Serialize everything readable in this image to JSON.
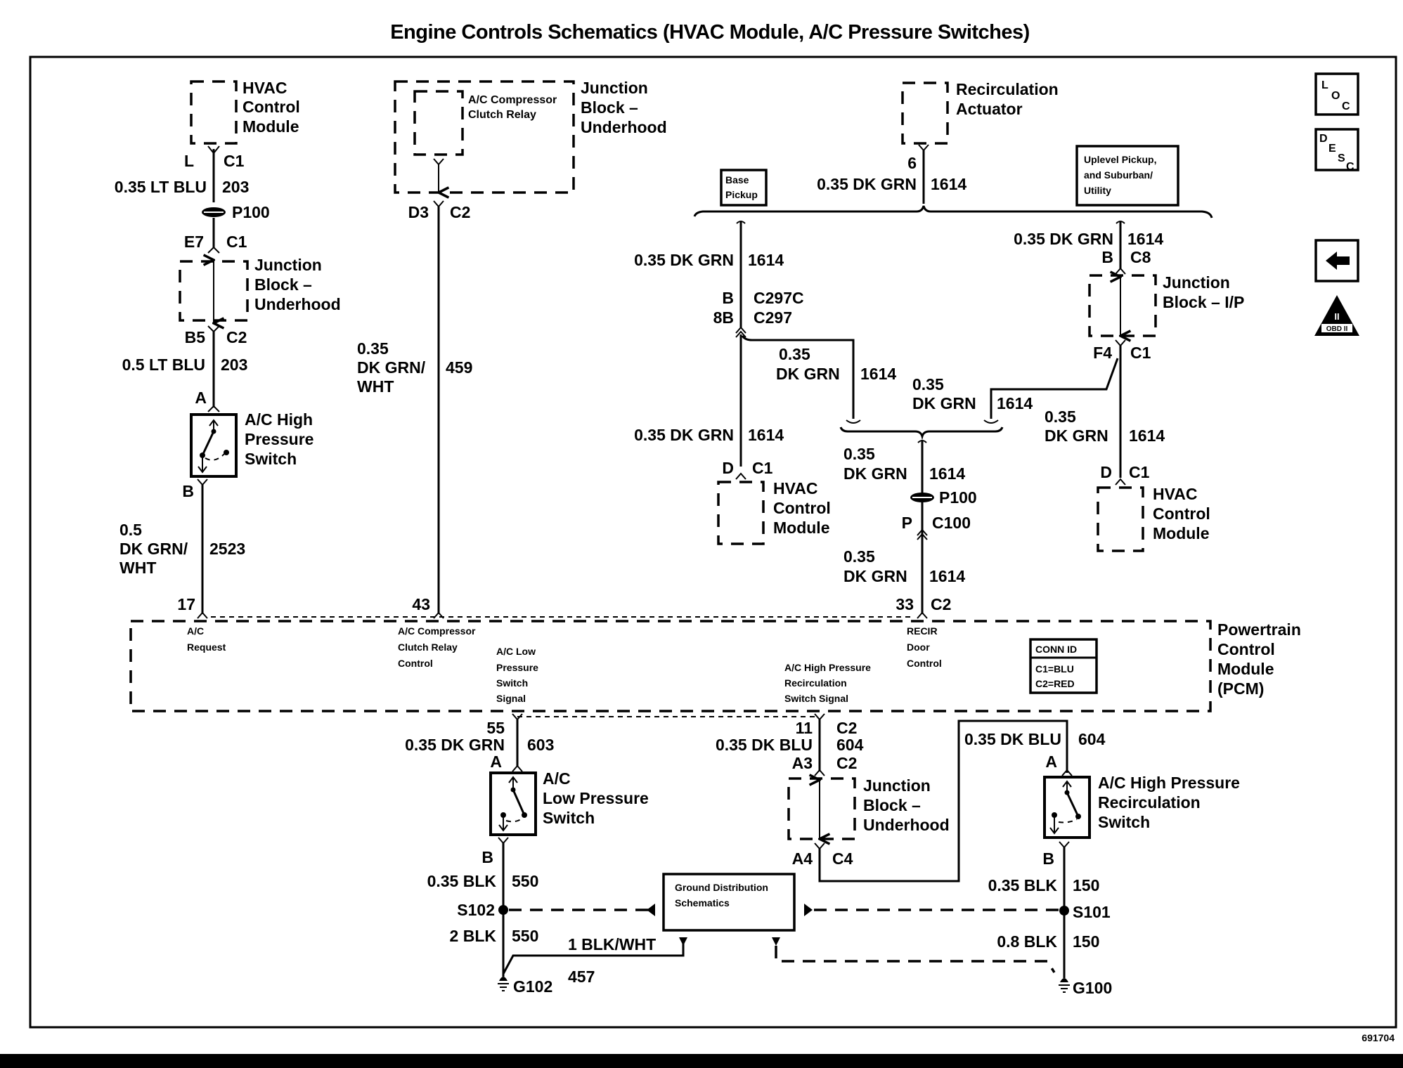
{
  "title": "Engine Controls Schematics (HVAC Module, A/C Pressure Switches)",
  "figure_id": "691704",
  "side_icons": [
    {
      "name": "loc-icon",
      "glyphs": [
        "L",
        "O",
        "C"
      ]
    },
    {
      "name": "desc-icon",
      "glyphs": [
        "D",
        "E",
        "S",
        "C"
      ]
    },
    {
      "name": "back-arrow-icon",
      "glyph": "←"
    },
    {
      "name": "obd-ii-icon",
      "glyph": "II",
      "label": "OBD II"
    }
  ],
  "components": {
    "hvac_top": [
      "HVAC",
      "Control",
      "Module"
    ],
    "jb_underhood_top": [
      "Junction",
      "Block –",
      "Underhood"
    ],
    "jb_underhood_left": [
      "Junction",
      "Block –",
      "Underhood"
    ],
    "relay": [
      "A/C Compressor",
      "Clutch Relay"
    ],
    "recirc_actuator": [
      "Recirculation",
      "Actuator"
    ],
    "ac_high_switch": [
      "A/C High",
      "Pressure",
      "Switch"
    ],
    "base_pickup": [
      "Base",
      "Pickup"
    ],
    "uplevel": [
      "Uplevel Pickup,",
      "and Suburban/",
      "Utility"
    ],
    "jb_ip": [
      "Junction",
      "Block – I/P"
    ],
    "hvac_mid": [
      "HVAC",
      "Control",
      "Module"
    ],
    "hvac_right": [
      "HVAC",
      "Control",
      "Module"
    ],
    "pcm": [
      "Powertrain",
      "Control",
      "Module",
      "(PCM)"
    ],
    "conn_id": {
      "title": "CONN ID",
      "rows": [
        "C1=BLU",
        "C2=RED"
      ]
    },
    "ac_low_switch": [
      "A/C",
      "Low Pressure",
      "Switch"
    ],
    "jb_underhood_bottom": [
      "Junction",
      "Block –",
      "Underhood"
    ],
    "ac_high_recirc_switch": [
      "A/C High Pressure",
      "Recirculation",
      "Switch"
    ],
    "ground_dist": [
      "Ground Distribution",
      "Schematics"
    ]
  },
  "pcm_pins": {
    "ac_request": [
      "A/C",
      "Request"
    ],
    "clutch_relay_control": [
      "A/C Compressor",
      "Clutch Relay",
      "Control"
    ],
    "low_pressure_signal": [
      "A/C Low",
      "Pressure",
      "Switch",
      "Signal"
    ],
    "high_pressure_recirc_signal": [
      "A/C High Pressure",
      "Recirculation",
      "Switch Signal"
    ],
    "recir_door_control": [
      "RECIR",
      "Door",
      "Control"
    ]
  },
  "labels": {
    "l1_pin": "L",
    "l1_conn": "C1",
    "l1_wire": "0.35 LT BLU",
    "l1_circ": "203",
    "p100_a": "P100",
    "e7": "E7",
    "e7_conn": "C1",
    "b5": "B5",
    "b5_conn": "C2",
    "l2_wire": "0.5 LT BLU",
    "l2_circ": "203",
    "pin_a1": "A",
    "pin_b1": "B",
    "w2523": [
      "0.5",
      "DK GRN/",
      "WHT"
    ],
    "c2523": "2523",
    "pin17": "17",
    "d3": "D3",
    "d3_conn": "C2",
    "w459": [
      "0.35",
      "DK GRN/",
      "WHT"
    ],
    "c459": "459",
    "pin43": "43",
    "pin6": "6",
    "w_rec": "0.35 DK GRN",
    "c_rec": "1614",
    "w_base": "0.35 DK GRN",
    "c_base": "1614",
    "c297c_pin": "B",
    "c297c": "C297C",
    "c297_pin": "8B",
    "c297": "C297",
    "w_jog": [
      "0.35",
      "DK GRN"
    ],
    "c_jog": "1614",
    "w_jog2": [
      "0.35",
      "DK GRN"
    ],
    "c_jog2": "1614",
    "w_hvac_mid": "0.35 DK GRN",
    "c_hvac_mid": "1614",
    "d_mid": "D",
    "d_mid_conn": "C1",
    "w_up": "0.35 DK GRN",
    "c_up": "1614",
    "b_c8": "B",
    "c8": "C8",
    "f4": "F4",
    "f4_conn": "C1",
    "w_right": [
      "0.35",
      "DK GRN"
    ],
    "c_right": "1614",
    "d_right": "D",
    "d_right_conn": "C1",
    "w_p100": [
      "0.35",
      "DK GRN"
    ],
    "c_p100": "1614",
    "p100_b": "P100",
    "p_pin": "P",
    "c100": "C100",
    "w_pcm33": [
      "0.35",
      "DK GRN"
    ],
    "c_pcm33": "1614",
    "pin33": "33",
    "pin33_conn": "C2",
    "pin55": "55",
    "w603": "0.35 DK GRN",
    "c603": "603",
    "pin_a2": "A",
    "pin_b2": "B",
    "w550a": "0.35 BLK",
    "c550a": "550",
    "s102": "S102",
    "w550b": "2 BLK",
    "c550b": "550",
    "w457": "1 BLK/WHT",
    "c457": "457",
    "g102": "G102",
    "pin11": "11",
    "pin11_conn": "C2",
    "w604": "0.35 DK BLU",
    "c604": "604",
    "a3": "A3",
    "a3_conn": "C2",
    "a4": "A4",
    "a4_conn": "C4",
    "w604b": "0.35 DK BLU",
    "c604b": "604",
    "pin_a3": "A",
    "pin_b3": "B",
    "w150a": "0.35 BLK",
    "c150a": "150",
    "s101": "S101",
    "w150b": "0.8 BLK",
    "c150b": "150",
    "g100": "G100"
  }
}
